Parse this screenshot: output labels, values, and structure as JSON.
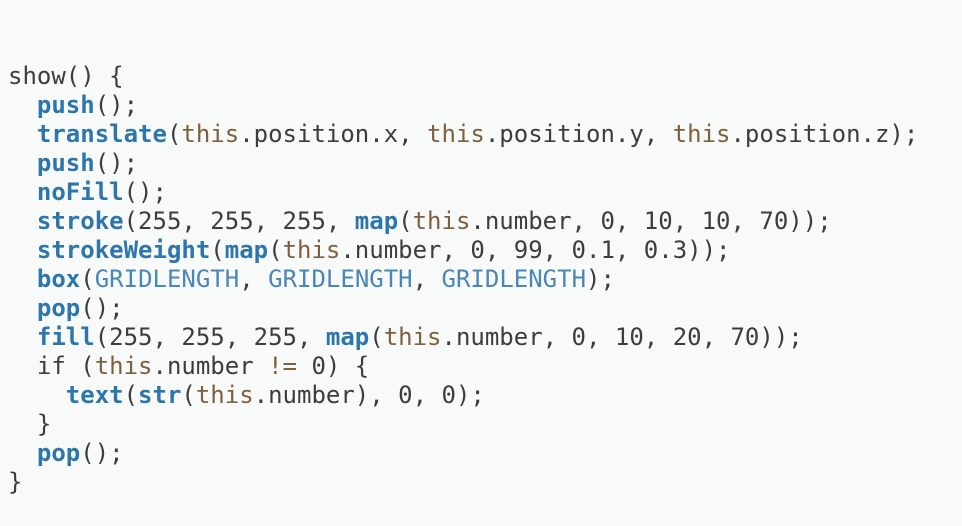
{
  "code": {
    "background_color": "#f8f9f9",
    "palette": {
      "plain": "#3b3d40",
      "function": "#2d76ab",
      "constant": "#4987b7",
      "special": "#7e5f3e"
    },
    "token_types": {
      "p": "plain-text",
      "f": "function-name",
      "c": "constant",
      "s": "keyword-or-operator"
    },
    "lines": [
      [
        [
          "p",
          "show() {"
        ]
      ],
      [
        [
          "p",
          "  "
        ],
        [
          "f",
          "push"
        ],
        [
          "p",
          "();"
        ]
      ],
      [
        [
          "p",
          "  "
        ],
        [
          "f",
          "translate"
        ],
        [
          "p",
          "("
        ],
        [
          "s",
          "this"
        ],
        [
          "p",
          ".position.x, "
        ],
        [
          "s",
          "this"
        ],
        [
          "p",
          ".position.y, "
        ],
        [
          "s",
          "this"
        ],
        [
          "p",
          ".position.z);"
        ]
      ],
      [
        [
          "p",
          "  "
        ],
        [
          "f",
          "push"
        ],
        [
          "p",
          "();"
        ]
      ],
      [
        [
          "p",
          "  "
        ],
        [
          "f",
          "noFill"
        ],
        [
          "p",
          "();"
        ]
      ],
      [
        [
          "p",
          "  "
        ],
        [
          "f",
          "stroke"
        ],
        [
          "p",
          "(255, 255, 255, "
        ],
        [
          "f",
          "map"
        ],
        [
          "p",
          "("
        ],
        [
          "s",
          "this"
        ],
        [
          "p",
          ".number, 0, 10, 10, 70));"
        ]
      ],
      [
        [
          "p",
          "  "
        ],
        [
          "f",
          "strokeWeight"
        ],
        [
          "p",
          "("
        ],
        [
          "f",
          "map"
        ],
        [
          "p",
          "("
        ],
        [
          "s",
          "this"
        ],
        [
          "p",
          ".number, 0, 99, 0.1, 0.3));"
        ]
      ],
      [
        [
          "p",
          "  "
        ],
        [
          "f",
          "box"
        ],
        [
          "p",
          "("
        ],
        [
          "c",
          "GRIDLENGTH"
        ],
        [
          "p",
          ", "
        ],
        [
          "c",
          "GRIDLENGTH"
        ],
        [
          "p",
          ", "
        ],
        [
          "c",
          "GRIDLENGTH"
        ],
        [
          "p",
          ");"
        ]
      ],
      [
        [
          "p",
          "  "
        ],
        [
          "f",
          "pop"
        ],
        [
          "p",
          "();"
        ]
      ],
      [
        [
          "p",
          "  "
        ],
        [
          "f",
          "fill"
        ],
        [
          "p",
          "(255, 255, 255, "
        ],
        [
          "f",
          "map"
        ],
        [
          "p",
          "("
        ],
        [
          "s",
          "this"
        ],
        [
          "p",
          ".number, 0, 10, 20, 70));"
        ]
      ],
      [
        [
          "p",
          "  if ("
        ],
        [
          "s",
          "this"
        ],
        [
          "p",
          ".number "
        ],
        [
          "s",
          "!="
        ],
        [
          "p",
          " 0) {"
        ]
      ],
      [
        [
          "p",
          "    "
        ],
        [
          "f",
          "text"
        ],
        [
          "p",
          "("
        ],
        [
          "f",
          "str"
        ],
        [
          "p",
          "("
        ],
        [
          "s",
          "this"
        ],
        [
          "p",
          ".number), 0, 0);"
        ]
      ],
      [
        [
          "p",
          "  }"
        ]
      ],
      [
        [
          "p",
          "  "
        ],
        [
          "f",
          "pop"
        ],
        [
          "p",
          "();"
        ]
      ],
      [
        [
          "p",
          "}"
        ]
      ]
    ]
  }
}
